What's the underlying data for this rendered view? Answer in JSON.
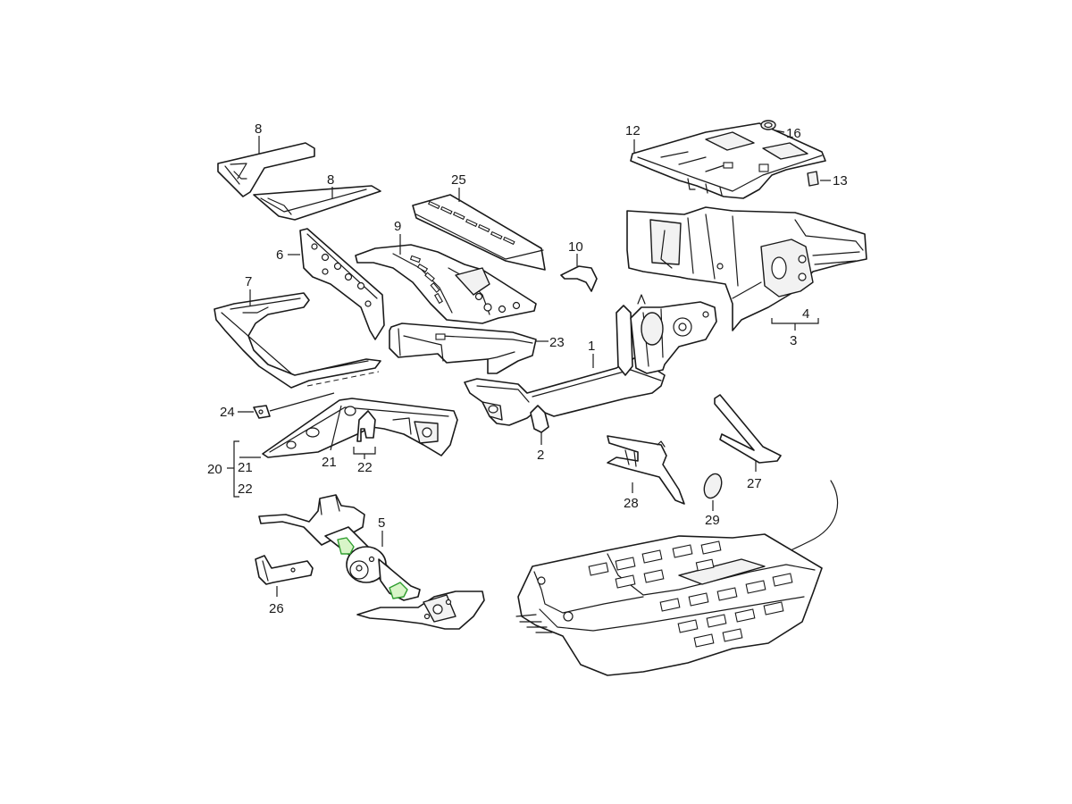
{
  "diagram": {
    "callouts": {
      "c1": "1",
      "c2": "2",
      "c3": "3",
      "c4": "4",
      "c5": "5",
      "c6": "6",
      "c7": "7",
      "c8a": "8",
      "c8b": "8",
      "c9": "9",
      "c10": "10",
      "c12": "12",
      "c13": "13",
      "c16": "16",
      "c20": "20",
      "c21": "21",
      "c21b": "21",
      "c22": "22",
      "c22b": "22",
      "c23": "23",
      "c24": "24",
      "c25": "25",
      "c26": "26",
      "c27": "27",
      "c28": "28",
      "c29": "29"
    },
    "highlight_color": "#2f9e2f",
    "line_color": "#1a1a1a"
  }
}
